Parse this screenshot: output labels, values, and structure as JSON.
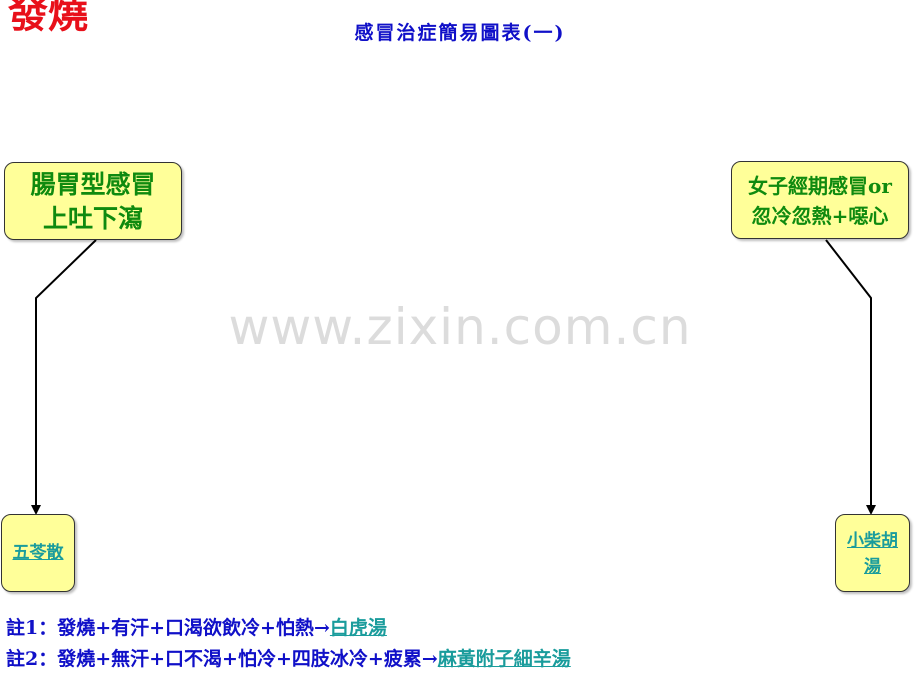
{
  "header": {
    "corner_title": "發燒",
    "title": "感冒治症簡易圖表(一)"
  },
  "watermark": "www.zixin.com.cn",
  "nodes": {
    "top_left": {
      "line1": "腸胃型感冒",
      "line2": "上吐下瀉"
    },
    "top_right": {
      "line1": "女子經期感冒or",
      "line2": "忽冷忽熱+噁心"
    },
    "bottom_left": {
      "label": "五苓散"
    },
    "bottom_right": {
      "line1": "小柴胡",
      "line2": "湯"
    }
  },
  "notes": [
    {
      "text": "註1：發燒+有汗+口渴欲飲冷+怕熱→",
      "link": "白虎湯"
    },
    {
      "text": "註2：發燒+無汗+口不渴+怕冷+四肢冰冷+疲累→",
      "link": "麻黃附子細辛湯"
    }
  ],
  "colors": {
    "title": "#1010c8",
    "box_fill": "#ffff99",
    "box_text": "#0f8a0f",
    "link": "#1a9c9c",
    "accent": "#e8101a"
  }
}
